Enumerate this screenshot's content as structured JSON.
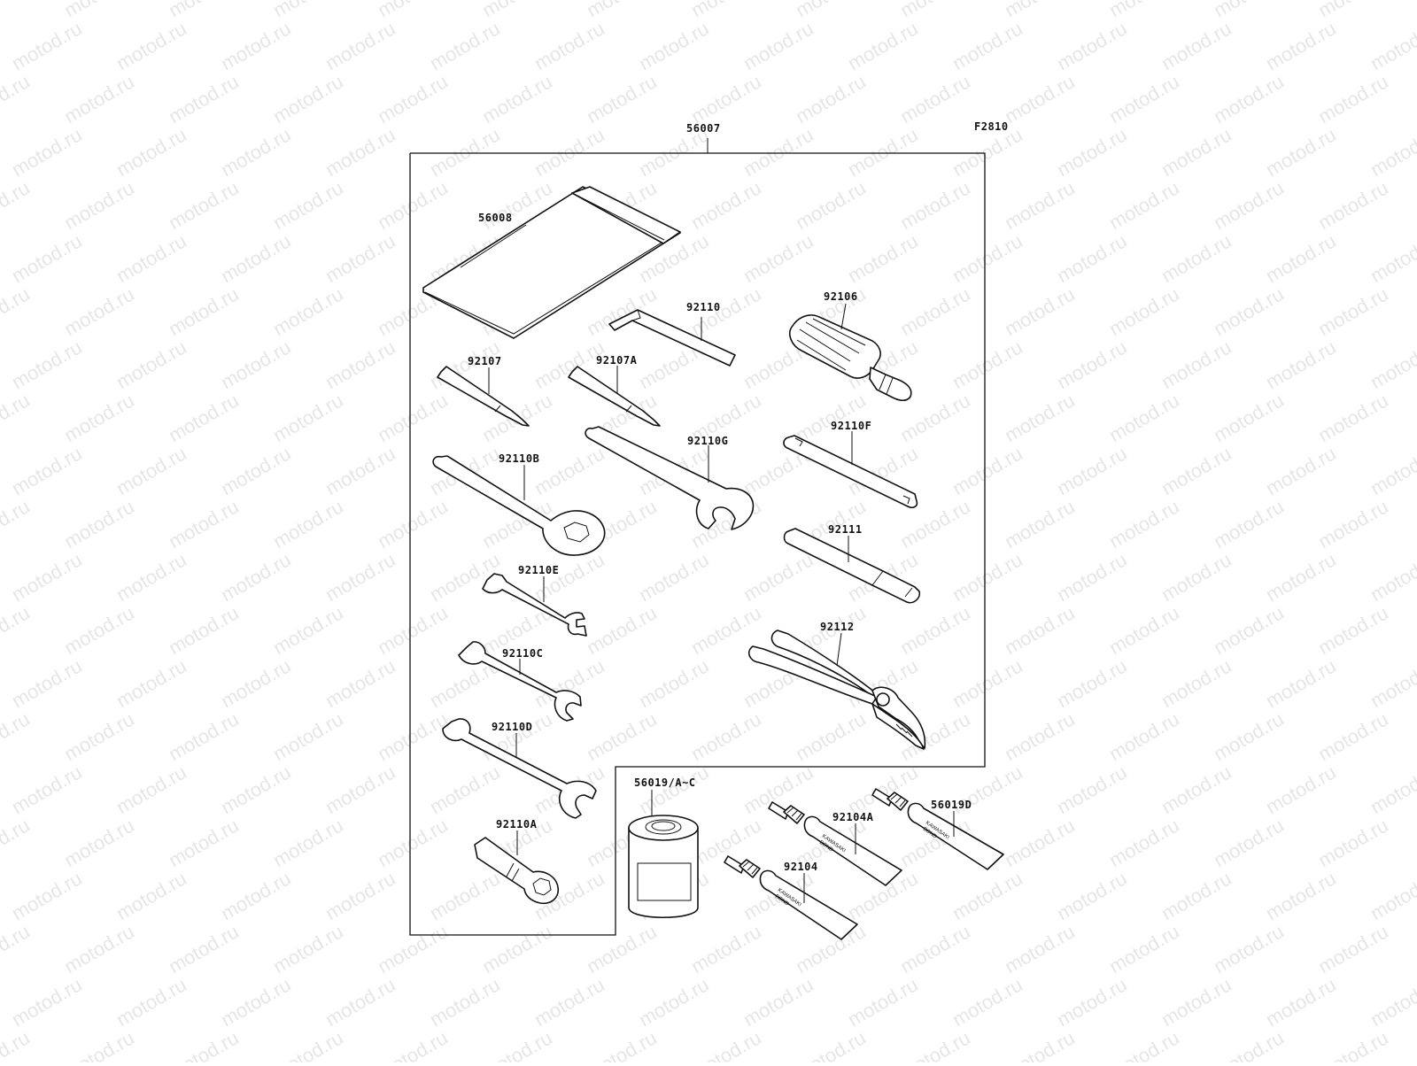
{
  "diagram": {
    "figure_code": "F2810",
    "watermark_text": "motod.ru",
    "kit_number": "56007",
    "parts": [
      {
        "id": "bag",
        "number": "56008",
        "icon": "tool-bag-icon"
      },
      {
        "id": "hex",
        "number": "92110",
        "icon": "hex-key-icon"
      },
      {
        "id": "handle",
        "number": "92106",
        "icon": "screwdriver-handle-icon"
      },
      {
        "id": "bit1",
        "number": "92107",
        "icon": "screwdriver-bit-icon"
      },
      {
        "id": "bit2",
        "number": "92107A",
        "icon": "screwdriver-bit-icon"
      },
      {
        "id": "spanner_f",
        "number": "92110F",
        "icon": "spanner-icon"
      },
      {
        "id": "ring_wrench",
        "number": "92110B",
        "icon": "ring-wrench-icon"
      },
      {
        "id": "open_wrench_g",
        "number": "92110G",
        "icon": "open-end-wrench-icon"
      },
      {
        "id": "extension",
        "number": "92111",
        "icon": "extension-bar-icon"
      },
      {
        "id": "wrench_e",
        "number": "92110E",
        "icon": "double-open-wrench-icon"
      },
      {
        "id": "pliers",
        "number": "92112",
        "icon": "pliers-icon"
      },
      {
        "id": "wrench_c",
        "number": "92110C",
        "icon": "double-open-wrench-icon"
      },
      {
        "id": "wrench_d",
        "number": "92110D",
        "icon": "double-open-wrench-icon"
      },
      {
        "id": "socket",
        "number": "92110A",
        "icon": "spark-plug-socket-icon"
      },
      {
        "id": "can",
        "number": "56019/A~C",
        "icon": "oil-can-icon"
      },
      {
        "id": "tube_a",
        "number": "92104A",
        "icon": "bond-tube-icon"
      },
      {
        "id": "tube_d",
        "number": "56019D",
        "icon": "bond-tube-icon"
      },
      {
        "id": "tube",
        "number": "92104",
        "icon": "bond-tube-icon"
      }
    ],
    "tube_label_line1": "KAWASAKI",
    "tube_label_line2": "BOND"
  }
}
